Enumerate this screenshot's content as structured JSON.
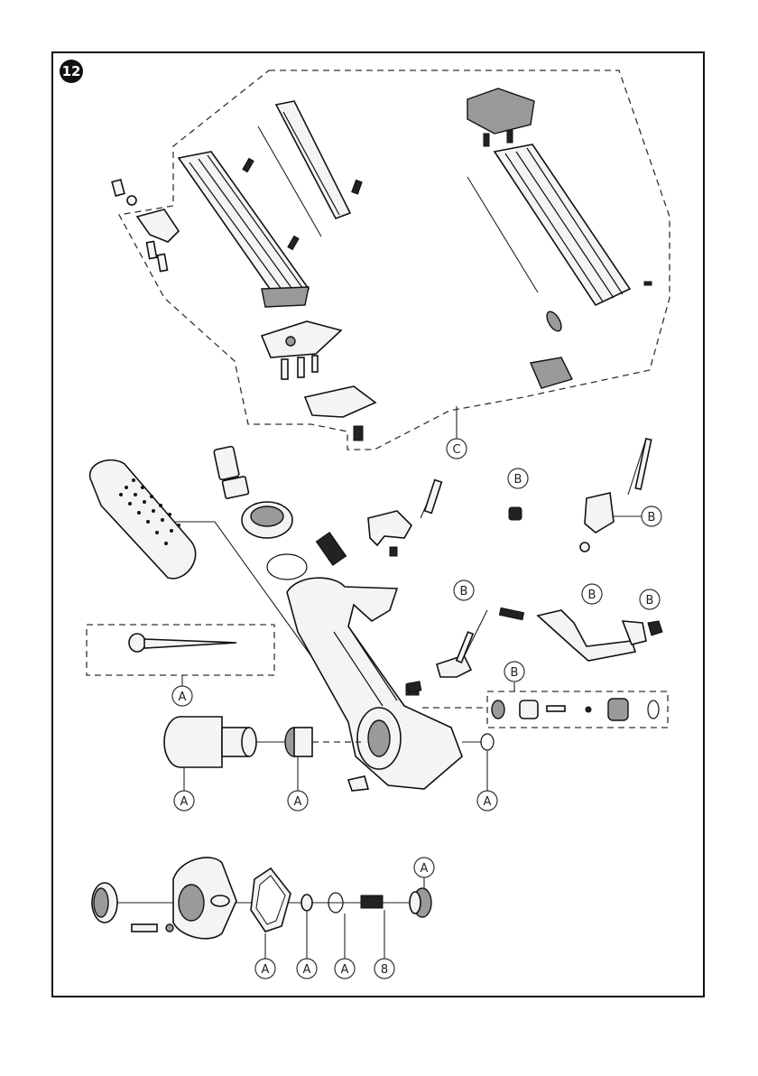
{
  "figure_number": "12",
  "callouts": {
    "c_magazine": "C",
    "b_screw_upper": "B",
    "b_latch": "B",
    "b_spring": "B",
    "b_trigger_lever": "B",
    "b_small_piece": "B",
    "b_valve_group": "B",
    "a_driver": "A",
    "a_cylinder": "A",
    "a_bumper": "A",
    "a_seal_ring": "A",
    "a_cap_gasket": "A",
    "a_o_ring_small": "A",
    "a_washer": "A",
    "b_cap_spring": "8",
    "a_piston_head": "A"
  }
}
